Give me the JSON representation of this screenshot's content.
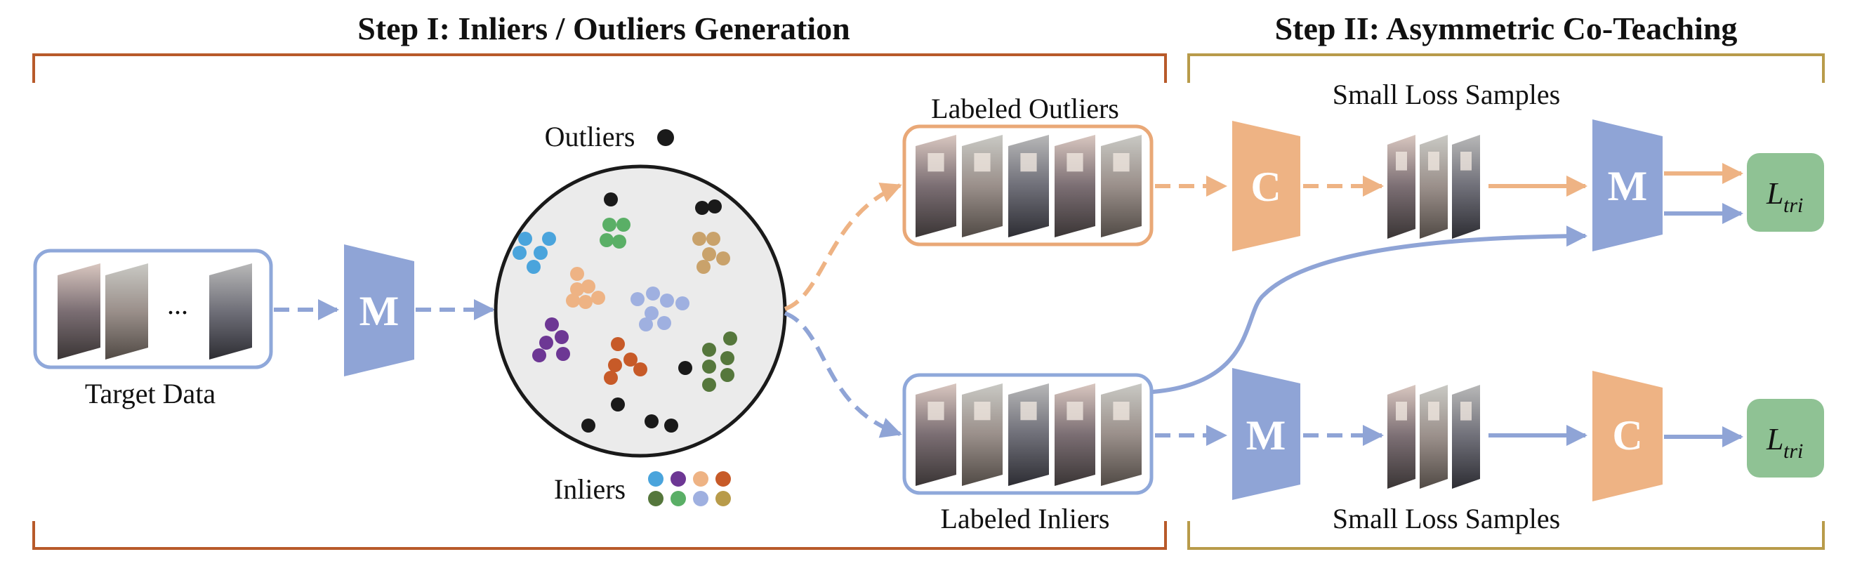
{
  "step1": {
    "title": "Step I: Inliers / Outliers Generation"
  },
  "step2": {
    "title": "Step II: Asymmetric Co-Teaching"
  },
  "target": {
    "label": "Target Data",
    "ellipsis": "..."
  },
  "networks": {
    "model": "M",
    "classifier": "C"
  },
  "feature_space": {
    "outliers_label": "Outliers",
    "inliers_label": "Inliers"
  },
  "labeled_outliers": {
    "label": "Labeled Outliers"
  },
  "labeled_inliers": {
    "label": "Labeled Inliers"
  },
  "small_loss": {
    "top": "Small Loss Samples",
    "bottom": "Small Loss Samples"
  },
  "loss": {
    "symbol": "L",
    "subscript": "tri"
  },
  "colors": {
    "orange_brace": "#b85a2a",
    "gold_brace": "#b89b4a",
    "blue": "#8fa4d6",
    "blue_box": "#8fa8da",
    "orange": "#eeb384",
    "orange_box": "#e9a877",
    "green": "#8fc294",
    "circle_fill": "#ebebeb"
  }
}
